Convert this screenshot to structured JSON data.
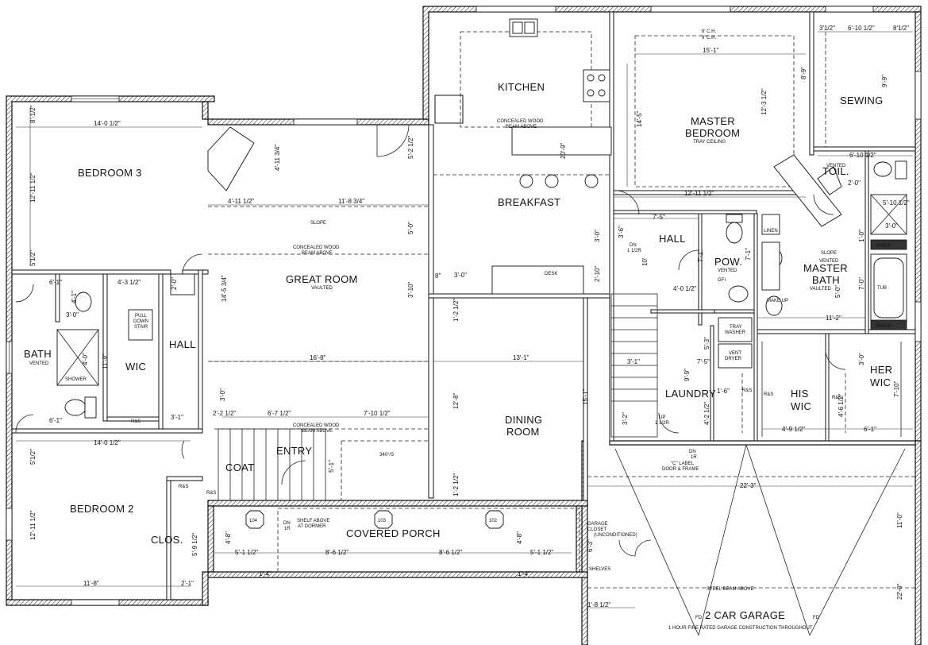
{
  "rooms": {
    "kitchen": "KITCHEN",
    "breakfast": "BREAKFAST",
    "master_bedroom": "MASTER",
    "master_bedroom_2": "BEDROOM",
    "master_bedroom_sub": "TRAY CEILING",
    "sewing": "SEWING",
    "toil": "TOIL.",
    "bedroom3": "BEDROOM 3",
    "great_room": "GREAT ROOM",
    "great_room_sub": "VAULTED",
    "bath": "BATH",
    "bath_sub": "VENTED",
    "wic": "WIC",
    "hall_left": "HALL",
    "hall_center": "HALL",
    "pow": "POW.",
    "pow_sub": "VENTED",
    "linen": "LINEN",
    "master_bath": "MASTER",
    "master_bath_2": "BATH",
    "master_bath_sub": "VAULTED",
    "laundry": "LAUNDRY",
    "his_wic_1": "HIS",
    "his_wic_2": "WIC",
    "her_wic_1": "HER",
    "her_wic_2": "WIC",
    "dining_1": "DINING",
    "dining_2": "ROOM",
    "entry": "ENTRY",
    "coat": "COAT",
    "bedroom2": "BEDROOM 2",
    "clos": "CLOS.",
    "covered_porch": "COVERED PORCH",
    "garage": "2 CAR GARAGE",
    "garage_note": "1 HOUR FIRE RATED GARAGE CONSTRUCTION THROUGHOUT"
  },
  "notes": {
    "beam_kitchen_1": "CONCEALED WOOD",
    "beam_kitchen_2": "BEAM ABOVE",
    "beam_great_1": "CONCEALED WOOD",
    "beam_great_2": "BEAM ABOVE",
    "beam_entry_1": "CONCEALED WOOD",
    "beam_entry_2": "BEAM ABOVE",
    "slope_great": "SLOPE",
    "slope_bath": "SLOPE",
    "desk": "DESK",
    "pull_down_1": "PULL",
    "pull_down_2": "DOWN",
    "pull_down_3": "STAIR",
    "shower": "SHOWER",
    "tub": "TUB",
    "shelf_1": "SHELF",
    "shelf_2": "SHELF",
    "vented_toil": "VENTED",
    "vented_mb": "VENTED",
    "tray_washer_1": "TRAY",
    "tray_washer_2": "WASHER",
    "vent_dryer_1": "VENT",
    "vent_dryer_2": "DRYER",
    "make_up": "MAKE UP",
    "gfi": "GFI",
    "rs_1": "R&S",
    "rs_2": "R&S",
    "rs_3": "R&S",
    "rs_4": "R&S",
    "rs_5": "R&S",
    "rs_6": "R&S",
    "dn_hall_1": "DN",
    "dn_hall_2": "1 1/2R",
    "dn_garage_1": "DN",
    "dn_garage_2": "1R",
    "up_1": "UP",
    "up_2": "1 1/2R",
    "dn_porch_1": "DN",
    "dn_porch_2": "1R",
    "label_door_1": "\"C\" LABEL",
    "label_door_2": "DOOR & FRAME",
    "shelf_above_1": "SHELF ABOVE",
    "shelf_above_2": "AT DORMER",
    "garage_closet_1": "GARAGE",
    "garage_closet_2": "CLOSET",
    "garage_closet_3": "(UNCONDITIONED)",
    "shelves": "SHELVES",
    "steel_beam": "STEEL BEAM ABOVE",
    "angle_40": "340°/S",
    "fd_1": "FD",
    "fd_2": "FD",
    "ch_1": "8' C.H.",
    "ch_2": "9' C.H."
  },
  "columns": [
    "104",
    "103",
    "102"
  ],
  "dims": {
    "bed3_w": "14'-0 1/2\"",
    "bed3_h": "12'-11 1/2\"",
    "bed3_top": "8'-1/2\"",
    "bed3_bot": "5'1/2\"",
    "great_a": "4'-11 1/2\"",
    "great_b": "11'-8 3/4\"",
    "great_c": "4'-11 3/4\"",
    "great_d": "5'-2 1/2\"",
    "great_e": "5'-0\"",
    "great_w": "16'-8\"",
    "great_h": "14'-5 3/4\"",
    "great_f": "3'-10\"",
    "great_g": "3'-0\"",
    "great_h2": "8\"",
    "kitchen_a": "20'-9\"",
    "kitchen_b": "3'-0\"",
    "kitchen_c": "3'-0\"",
    "kitchen_d": "2'-10\"",
    "mb_w": "15'-1\"",
    "mb_h": "14'-5\"",
    "mb_d": "12'-3 1/2\"",
    "mb_e": "12'-11 1/2\"",
    "sew_w": "6'-10 1/2\"",
    "sew_a": "3'1/2\"",
    "sew_b": "8'1/2\"",
    "sew_c": "9'-9\"",
    "sew_d": "8'-9\"",
    "toil_w": "6'-10 1/2\"",
    "toil_a": "2'-0\"",
    "toil_b": "3'-0\"",
    "hall_a": "7'-5\"",
    "hall_b": "3'-6\"",
    "hall_c": "10'",
    "pow_a": "4'-0 1/2\"",
    "pow_b": "7'-1\"",
    "pow_c": "7'-1\"",
    "mbath_a": "5'-10 1/2\"",
    "mbath_b": "5'-0\"",
    "mbath_c": "7'-0\"",
    "mbath_d": "11'-2\"",
    "mbath_e": "1'-0\"",
    "dining_w": "13'-1\"",
    "dining_h": "12'-8\"",
    "dining_a": "15'-1\"",
    "dining_b": "1'-2 1/2\"",
    "dining_c": "1'-2 1/2\"",
    "laundry_a": "5'-3\"",
    "laundry_b": "7'-5\"",
    "laundry_c": "9'-9\"",
    "laundry_d": "1'-6\"",
    "laundry_e": "4'-2 1/2\"",
    "his_a": "4'-9 1/2\"",
    "his_b": "4'-6 1/2\"",
    "her_a": "3'-0\"",
    "her_b": "7'-10\"",
    "her_c": "6'-1\"",
    "wic_a": "11'-9\"",
    "wic_b": "3'-1\"",
    "bath_a": "6'-1\"",
    "bath_b": "6'-1\"",
    "bath_c": "3'-0\"",
    "bath_d": "4'-0\"",
    "bath_e": "4'-1\"",
    "bath_f": "5'1/2\"",
    "hall_left_a": "2'-0\"",
    "hall_left_b": "4'-3 1/2\"",
    "bed2_w": "14'-0 1/2\"",
    "bed2_h": "12'-11 1/2\"",
    "bed2_bot": "11'-8\"",
    "bed2_a": "2'-1\"",
    "clos_a": "5'-9 1/2\"",
    "entry_a": "6'-7 1/2\"",
    "entry_b": "7'-10 1/2\"",
    "entry_c": "5'-1\"",
    "entry_d": "2'-2 1/2\"",
    "entry_e": "3'-1\"",
    "porch_a": "5'-1 1/2\"",
    "porch_b": "8'-6 1/2\"",
    "porch_c": "8'-6 1/2\"",
    "porch_d": "5'-1 1/2\"",
    "porch_e": "1'-4\"",
    "porch_f": "1'-4\"",
    "porch_g": "4'-8\"",
    "porch_h": "4'-8\"",
    "garage_w": "22'-3\"",
    "garage_a": "11'-0\"",
    "garage_b": "22'-0\"",
    "garage_c": "1'-8 1/2\"",
    "garage_d": "3'-2\"",
    "garage_e": "6'-3\""
  }
}
